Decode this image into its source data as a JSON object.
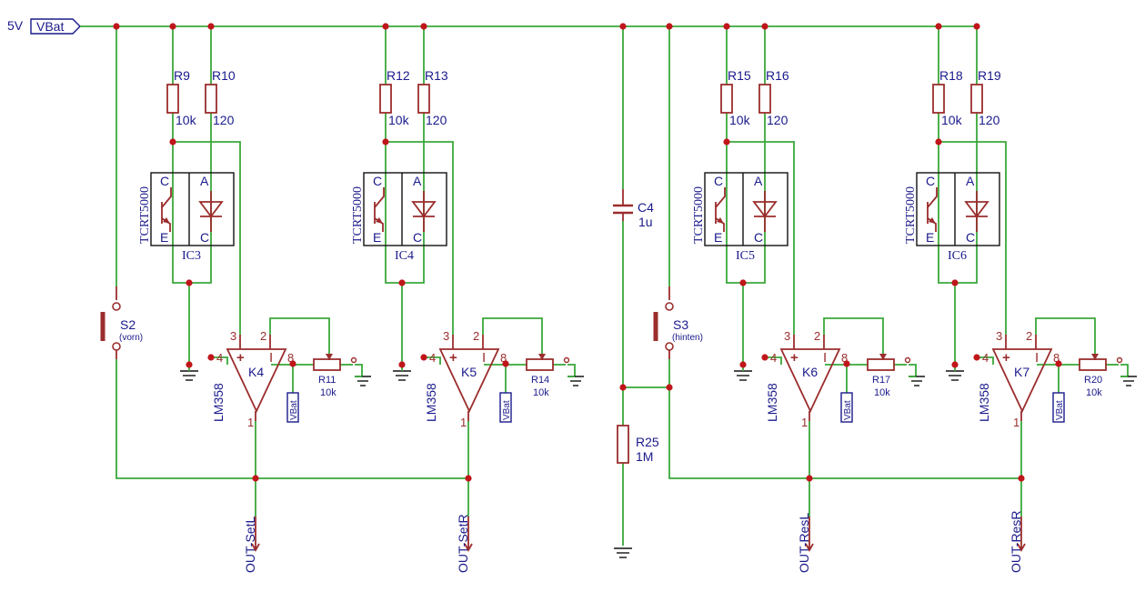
{
  "power": {
    "voltage_label": "5V",
    "net_label": "VBat",
    "pot_supply_label": "VBat"
  },
  "colors": {
    "wire": "#3aa83a",
    "part": "#9b2d2d",
    "label": "#1a1a8c",
    "junction": "#c0161b"
  },
  "channels": [
    {
      "r_collector": {
        "name": "R9",
        "value": "10k"
      },
      "r_anode": {
        "name": "R10",
        "value": "120"
      },
      "sensor": {
        "part": "TCRT5000",
        "name": "IC3",
        "pins": [
          "C",
          "E",
          "A",
          "C"
        ]
      },
      "opamp": {
        "name": "K4",
        "part": "LM358",
        "pins": {
          "v_plus": "4",
          "in_plus": "3",
          "in_minus": "2",
          "v_minus": "8",
          "out": "1"
        },
        "signs": [
          "+",
          "I"
        ]
      },
      "pot": {
        "name": "R11",
        "value": "10k"
      },
      "output": "OUT-SetL"
    },
    {
      "r_collector": {
        "name": "R12",
        "value": "10k"
      },
      "r_anode": {
        "name": "R13",
        "value": "120"
      },
      "sensor": {
        "part": "TCRT5000",
        "name": "IC4",
        "pins": [
          "C",
          "E",
          "A",
          "C"
        ]
      },
      "opamp": {
        "name": "K5",
        "part": "LM358",
        "pins": {
          "v_plus": "4",
          "in_plus": "3",
          "in_minus": "2",
          "v_minus": "8",
          "out": "1"
        },
        "signs": [
          "+",
          "I"
        ]
      },
      "pot": {
        "name": "R14",
        "value": "10k"
      },
      "output": "OUT-SetR"
    },
    {
      "r_collector": {
        "name": "R15",
        "value": "10k"
      },
      "r_anode": {
        "name": "R16",
        "value": "120"
      },
      "sensor": {
        "part": "TCRT5000",
        "name": "IC5",
        "pins": [
          "C",
          "E",
          "A",
          "C"
        ]
      },
      "opamp": {
        "name": "K6",
        "part": "LM358",
        "pins": {
          "v_plus": "4",
          "in_plus": "3",
          "in_minus": "2",
          "v_minus": "8",
          "out": "1"
        },
        "signs": [
          "+",
          "I"
        ]
      },
      "pot": {
        "name": "R17",
        "value": "10k"
      },
      "output": "OUT-ResL"
    },
    {
      "r_collector": {
        "name": "R18",
        "value": "10k"
      },
      "r_anode": {
        "name": "R19",
        "value": "120"
      },
      "sensor": {
        "part": "TCRT5000",
        "name": "IC6",
        "pins": [
          "C",
          "E",
          "A",
          "C"
        ]
      },
      "opamp": {
        "name": "K7",
        "part": "LM358",
        "pins": {
          "v_plus": "4",
          "in_plus": "3",
          "in_minus": "2",
          "v_minus": "8",
          "out": "1"
        },
        "signs": [
          "+",
          "I"
        ]
      },
      "pot": {
        "name": "R20",
        "value": "10k"
      },
      "output": "OUT-ResR"
    }
  ],
  "switches": [
    {
      "name": "S2",
      "note": "(vorn)"
    },
    {
      "name": "S3",
      "note": "(hinten)"
    }
  ],
  "capacitor": {
    "name": "C4",
    "value": "1u"
  },
  "pulldown": {
    "name": "R25",
    "value": "1M"
  }
}
